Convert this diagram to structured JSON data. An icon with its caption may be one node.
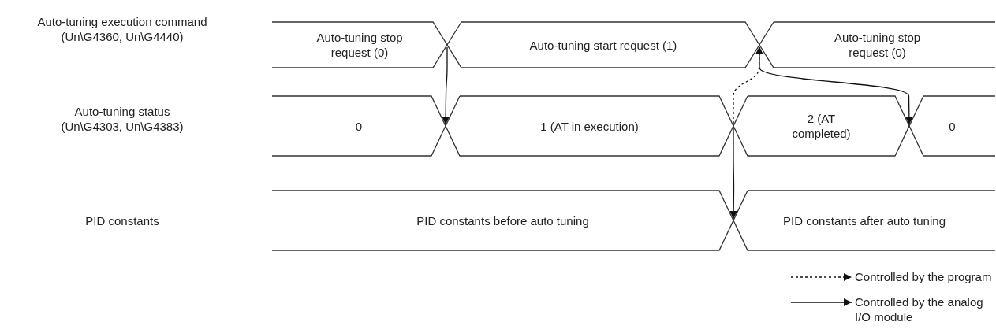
{
  "diagram": {
    "nodes": [
      {
        "text": [
          "Auto-tuning stop request (0)"
        ]
      },
      {
        "text": [
          "Auto-tuning start request (1)"
        ]
      },
      {
        "text": [
          "Auto-tuning stop request (0)"
        ]
      },
      {
        "text": [
          "0"
        ]
      },
      {
        "text": [
          "1 (AT in execution)"
        ]
      },
      {
        "text": [
          "2 (AT completed)"
        ]
      },
      {
        "text": [
          "0"
        ]
      },
      {
        "text": [
          "PID constants before auto tuning"
        ]
      },
      {
        "text": [
          "PID constants after auto tuning"
        ]
      }
    ],
    "edges": [
      {
        "from": 1,
        "to": 4,
        "arrow": "to"
      },
      {
        "from": 5,
        "to": 8,
        "arrow": "to"
      },
      {
        "from": 5,
        "to": 2,
        "arrow": "to",
        "style": "dashed"
      },
      {
        "from": 2,
        "to": 6,
        "arrow": "to"
      }
    ],
    "labels": [
      "Auto-tuning execution command (Un\\G4360, Un\\G4440)",
      "Auto-tuning status (Un\\G4303, Un\\G4383)",
      "PID constants"
    ],
    "legend": [
      {
        "text": "Controlled by the program"
      },
      {
        "text": "Controlled by the analog I/O module"
      }
    ]
  }
}
